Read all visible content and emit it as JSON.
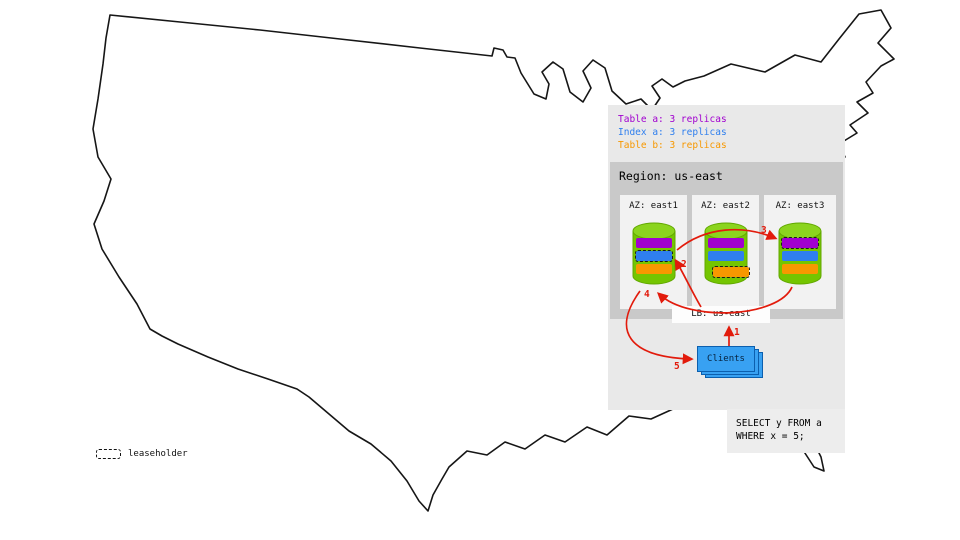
{
  "panel": {
    "legend": {
      "items": [
        {
          "label": "Table a: 3 replicas",
          "color": "#a100cf"
        },
        {
          "label": "Index a: 3 replicas",
          "color": "#2f7fee"
        },
        {
          "label": "Table b: 3 replicas",
          "color": "#f79800"
        }
      ]
    },
    "region": {
      "title": "Region: us-east",
      "azs": [
        {
          "label": "AZ: east1",
          "leaseholder_range": "Index a"
        },
        {
          "label": "AZ: east2",
          "leaseholder_range": "Table b"
        },
        {
          "label": "AZ: east3",
          "leaseholder_range": "Table a"
        }
      ],
      "load_balancer_label": "LB: us-east"
    },
    "clients_label": "Clients"
  },
  "query_box": {
    "line1": "SELECT y FROM a",
    "line2": "WHERE x = 5;"
  },
  "steps": [
    "1",
    "2",
    "3",
    "4",
    "5"
  ],
  "map_legend": {
    "label": "leaseholder"
  },
  "colors": {
    "table_a": "#a100cf",
    "index_a": "#2f7fee",
    "table_b": "#f79800",
    "arrow_red": "#e21b0c",
    "cylinder_green": "#74c500",
    "cylinder_top_green": "#8bd41e",
    "clients_blue": "#38a1f2",
    "panel_gray": "#e9e9e9",
    "region_gray": "#c9c9c9"
  }
}
